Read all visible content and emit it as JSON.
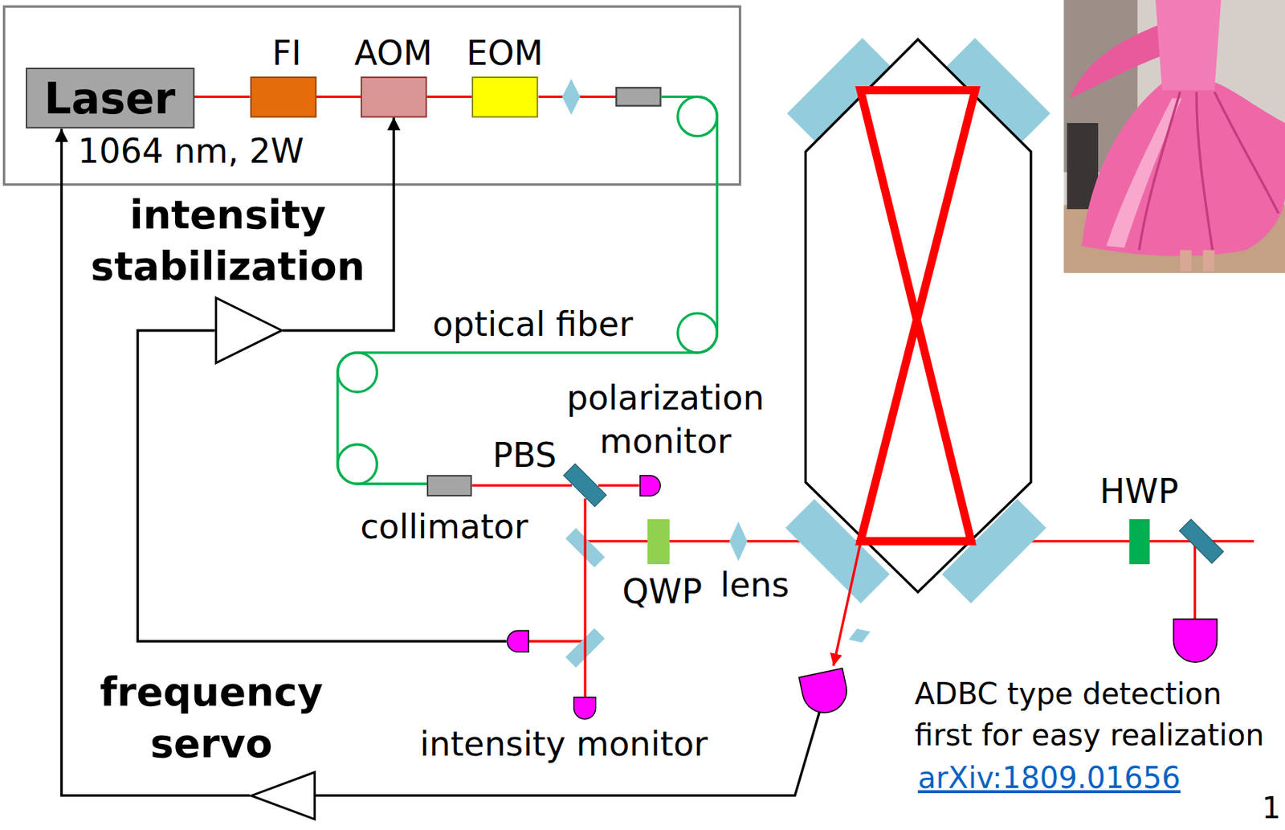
{
  "diagram": {
    "nodes": [
      {
        "text": [
          "Laser",
          "1064 nm, 2W"
        ]
      },
      {
        "text": [
          "FI"
        ]
      },
      {
        "text": [
          "AOM"
        ]
      },
      {
        "text": [
          "EOM"
        ]
      },
      {
        "text": [
          "intensity stabilization"
        ]
      },
      {
        "text": [
          "polarization monitor"
        ]
      },
      {
        "text": [
          "PBS"
        ]
      },
      {
        "text": [
          "collimator"
        ]
      },
      {
        "text": [
          "intensity monitor"
        ]
      },
      {
        "text": [
          "frequency servo"
        ]
      }
    ],
    "edges": [
      {
        "from": 0,
        "to": 1,
        "arrow": "none"
      },
      {
        "from": 1,
        "to": 2,
        "arrow": "none"
      },
      {
        "from": 2,
        "to": 3,
        "arrow": "none"
      },
      {
        "from": 4,
        "to": 2,
        "arrow": "to"
      },
      {
        "from": 7,
        "to": 6,
        "arrow": "none"
      },
      {
        "from": 6,
        "to": 5,
        "arrow": "none"
      },
      {
        "from": 6,
        "to": 8,
        "arrow": "none"
      },
      {
        "from": 9,
        "to": 0,
        "arrow": "to"
      }
    ],
    "labels": [
      "optical fiber",
      "QWP",
      "lens",
      "HWP",
      "ADBC type detection first for easy realization",
      "arXiv:1809.01656",
      "1"
    ]
  }
}
